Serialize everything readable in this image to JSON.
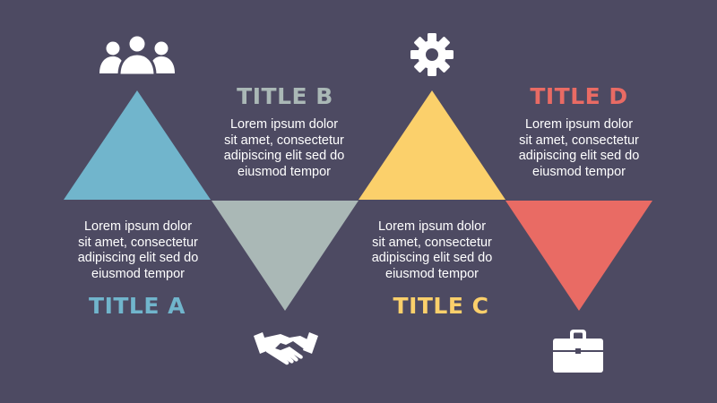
{
  "colors": {
    "background": "#4d4a62",
    "a": "#71b5cc",
    "b": "#aab8b6",
    "c": "#fbd06b",
    "d": "#e96b64",
    "icon": "#ffffff",
    "text": "#ffffff"
  },
  "steps": [
    {
      "id": "a",
      "title": "TITLE A",
      "lines": [
        "Lorem ipsum dolor",
        "sit amet, consectetur",
        "adipiscing elit sed do",
        "eiusmod tempor"
      ],
      "icon": "people-group-icon"
    },
    {
      "id": "b",
      "title": "TITLE B",
      "lines": [
        "Lorem ipsum dolor",
        "sit amet, consectetur",
        "adipiscing elit sed do",
        "eiusmod tempor"
      ],
      "icon": "handshake-icon"
    },
    {
      "id": "c",
      "title": "TITLE C",
      "lines": [
        "Lorem ipsum dolor",
        "sit amet, consectetur",
        "adipiscing elit sed do",
        "eiusmod tempor"
      ],
      "icon": "gear-icon"
    },
    {
      "id": "d",
      "title": "TITLE D",
      "lines": [
        "Lorem ipsum dolor",
        "sit amet, consectetur",
        "adipiscing elit sed do",
        "eiusmod tempor"
      ],
      "icon": "briefcase-icon"
    }
  ]
}
